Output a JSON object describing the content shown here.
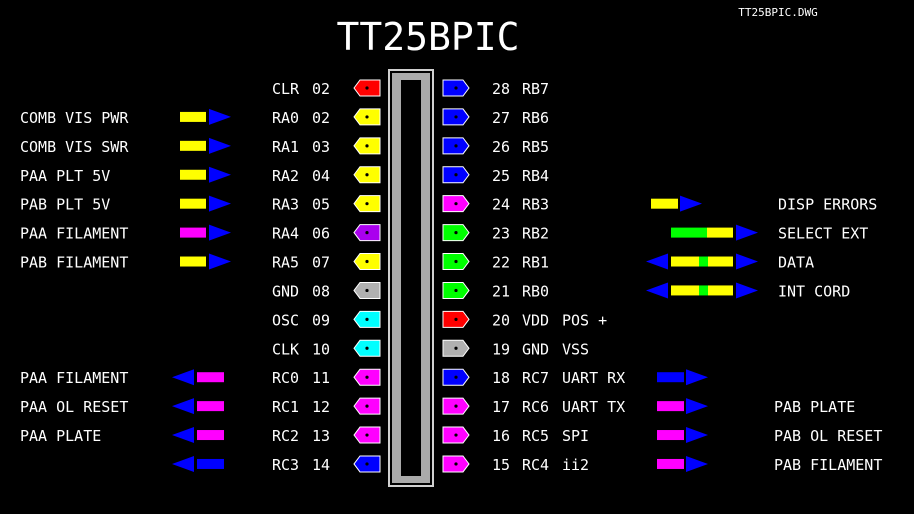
{
  "title": "TT25BPIC",
  "filename": "TT25BPIC.DWG",
  "left_pins": [
    {
      "label": "CLR",
      "num": "02",
      "color": "#ff0000"
    },
    {
      "label": "RA0",
      "num": "02",
      "color": "#ffff00"
    },
    {
      "label": "RA1",
      "num": "03",
      "color": "#ffff00"
    },
    {
      "label": "RA2",
      "num": "04",
      "color": "#ffff00"
    },
    {
      "label": "RA3",
      "num": "05",
      "color": "#ffff00"
    },
    {
      "label": "RA4",
      "num": "06",
      "color": "#aa00ee"
    },
    {
      "label": "RA5",
      "num": "07",
      "color": "#ffff00"
    },
    {
      "label": "GND",
      "num": "08",
      "color": "#b0b0b0"
    },
    {
      "label": "OSC",
      "num": "09",
      "color": "#00ffff"
    },
    {
      "label": "CLK",
      "num": "10",
      "color": "#00ffff"
    },
    {
      "label": "RC0",
      "num": "11",
      "color": "#ff00ff"
    },
    {
      "label": "RC1",
      "num": "12",
      "color": "#ff00ff"
    },
    {
      "label": "RC2",
      "num": "13",
      "color": "#ff00ff"
    },
    {
      "label": "RC3",
      "num": "14",
      "color": "#0000ff"
    }
  ],
  "right_pins": [
    {
      "num": "28",
      "label": "RB7",
      "extra": "",
      "color": "#0000ff"
    },
    {
      "num": "27",
      "label": "RB6",
      "extra": "",
      "color": "#0000ff"
    },
    {
      "num": "26",
      "label": "RB5",
      "extra": "",
      "color": "#0000ff"
    },
    {
      "num": "25",
      "label": "RB4",
      "extra": "",
      "color": "#0000ff"
    },
    {
      "num": "24",
      "label": "RB3",
      "extra": "",
      "color": "#ff00ff"
    },
    {
      "num": "23",
      "label": "RB2",
      "extra": "",
      "color": "#00ff00"
    },
    {
      "num": "22",
      "label": "RB1",
      "extra": "",
      "color": "#00ff00"
    },
    {
      "num": "21",
      "label": "RB0",
      "extra": "",
      "color": "#00ff00"
    },
    {
      "num": "20",
      "label": "VDD",
      "extra": "POS +",
      "color": "#ff0000"
    },
    {
      "num": "19",
      "label": "GND",
      "extra": "VSS",
      "color": "#b0b0b0"
    },
    {
      "num": "18",
      "label": "RC7",
      "extra": "UART RX",
      "color": "#0000ff"
    },
    {
      "num": "17",
      "label": "RC6",
      "extra": "UART TX",
      "color": "#ff00ff"
    },
    {
      "num": "16",
      "label": "RC5",
      "extra": "SPI",
      "color": "#ff00ff"
    },
    {
      "num": "15",
      "label": "RC4",
      "extra": "ii2",
      "color": "#ff00ff"
    }
  ],
  "left_signals": [
    {
      "row": 1,
      "label": "COMB VIS  PWR",
      "bar": "#ffff00",
      "arrow": "#0000ff",
      "dir": "in"
    },
    {
      "row": 2,
      "label": "COMB VIS SWR",
      "bar": "#ffff00",
      "arrow": "#0000ff",
      "dir": "in"
    },
    {
      "row": 3,
      "label": "PAA PLT 5V",
      "bar": "#ffff00",
      "arrow": "#0000ff",
      "dir": "in"
    },
    {
      "row": 4,
      "label": "PAB PLT 5V",
      "bar": "#ffff00",
      "arrow": "#0000ff",
      "dir": "in"
    },
    {
      "row": 5,
      "label": "PAA FILAMENT",
      "bar": "#ff00ff",
      "arrow": "#0000ff",
      "dir": "in"
    },
    {
      "row": 6,
      "label": "PAB FILAMENT",
      "bar": "#ffff00",
      "arrow": "#0000ff",
      "dir": "in"
    },
    {
      "row": 10,
      "label": "PAA FILAMENT",
      "bar": "#ff00ff",
      "arrow": "#0000ff",
      "dir": "out"
    },
    {
      "row": 11,
      "label": "PAA OL RESET",
      "bar": "#ff00ff",
      "arrow": "#0000ff",
      "dir": "out"
    },
    {
      "row": 12,
      "label": "PAA PLATE",
      "bar": "#ff00ff",
      "arrow": "#0000ff",
      "dir": "out"
    },
    {
      "row": 13,
      "label": "",
      "bar": "#0000ff",
      "arrow": "#0000ff",
      "dir": "out"
    }
  ],
  "right_signals": [
    {
      "row": 4,
      "label": "DISP ERRORS",
      "type": "short",
      "bar": "#ffff00",
      "arrow": "#0000ff"
    },
    {
      "row": 5,
      "label": "SELECT EXT",
      "type": "long",
      "segments": [
        "#00ff00",
        "#ffff00"
      ],
      "arrow": "#0000ff"
    },
    {
      "row": 6,
      "label": "DATA",
      "type": "bidir",
      "segments": [
        "#ffff00",
        "#00ff00",
        "#ffff00"
      ],
      "arrow": "#0000ff"
    },
    {
      "row": 7,
      "label": "INT CORD",
      "type": "bidir",
      "segments": [
        "#ffff00",
        "#00ff00",
        "#ffff00"
      ],
      "arrow": "#0000ff"
    },
    {
      "row": 10,
      "label": "",
      "type": "short",
      "bar": "#0000ff",
      "arrow": "#0000ff"
    },
    {
      "row": 11,
      "label": "PAB PLATE",
      "type": "short",
      "bar": "#ff00ff",
      "arrow": "#0000ff"
    },
    {
      "row": 12,
      "label": "PAB OL RESET",
      "type": "short",
      "bar": "#ff00ff",
      "arrow": "#0000ff"
    },
    {
      "row": 13,
      "label": "PAB FILAMENT",
      "type": "short",
      "bar": "#ff00ff",
      "arrow": "#0000ff"
    }
  ],
  "colors": {
    "background": "#000000",
    "chip_outline": "#d0d0d0",
    "chip_fill": "#aaaaaa",
    "text": "#ffffff"
  }
}
